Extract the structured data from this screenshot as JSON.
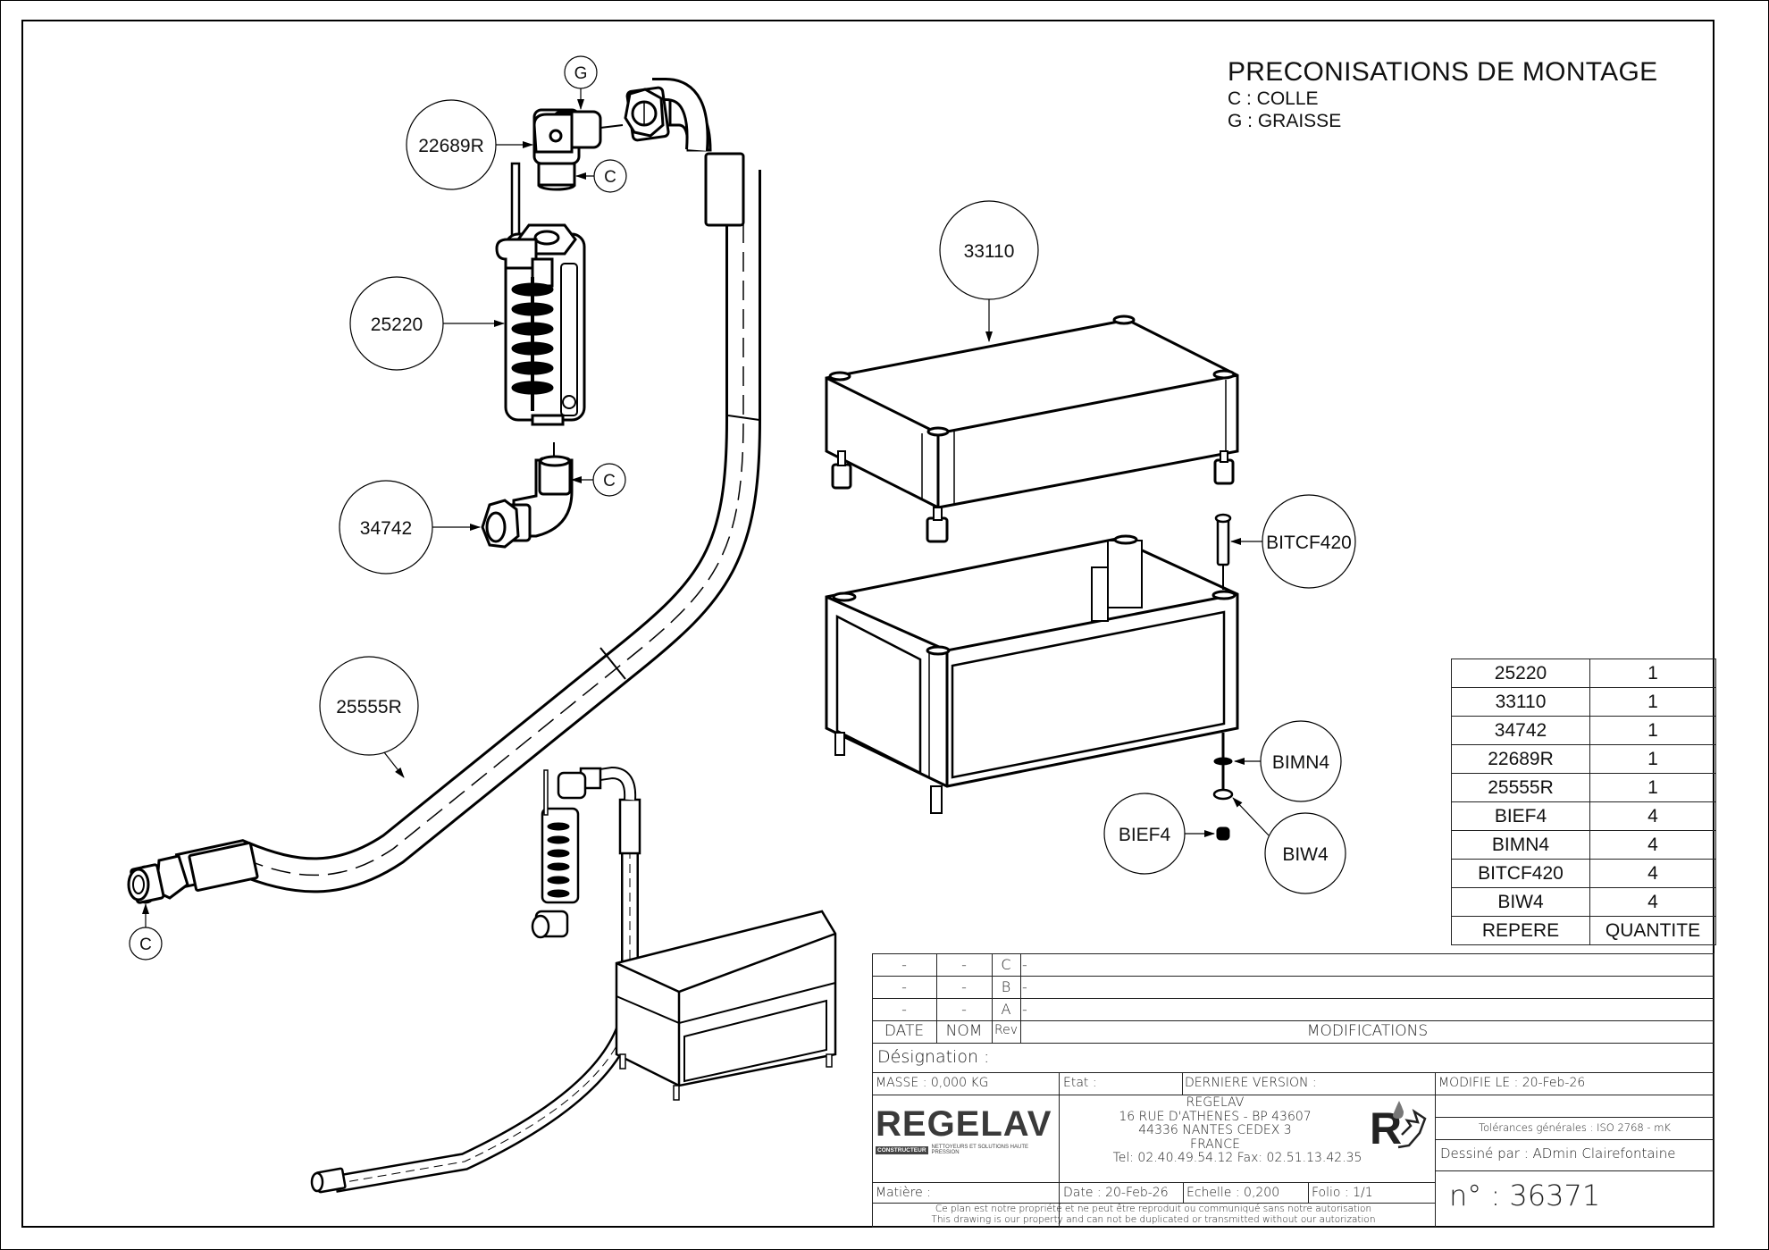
{
  "notes": {
    "title": "PRECONISATIONS DE MONTAGE",
    "lines": [
      "C : COLLE",
      "G : GRAISSE"
    ]
  },
  "callouts": {
    "c22689R": "22689R",
    "c25220": "25220",
    "c34742": "34742",
    "c25555R": "25555R",
    "c33110": "33110",
    "cBITCF420": "BITCF420",
    "cBIMN4": "BIMN4",
    "cBIEF4": "BIEF4",
    "cBIW4": "BIW4",
    "g_top": "G",
    "c_elbow_top": "C",
    "c_elbow_bottom": "C",
    "c_hose_end": "C"
  },
  "bom": {
    "rows": [
      {
        "repere": "25220",
        "quantite": "1"
      },
      {
        "repere": "33110",
        "quantite": "1"
      },
      {
        "repere": "34742",
        "quantite": "1"
      },
      {
        "repere": "22689R",
        "quantite": "1"
      },
      {
        "repere": "25555R",
        "quantite": "1"
      },
      {
        "repere": "BIEF4",
        "quantite": "4"
      },
      {
        "repere": "BIMN4",
        "quantite": "4"
      },
      {
        "repere": "BITCF420",
        "quantite": "4"
      },
      {
        "repere": "BIW4",
        "quantite": "4"
      }
    ],
    "header": {
      "repere": "REPERE",
      "quantite": "QUANTITE"
    }
  },
  "revisions": {
    "rows": [
      {
        "date": "-",
        "nom": "-",
        "rev": "C",
        "mod": "-"
      },
      {
        "date": "-",
        "nom": "-",
        "rev": "B",
        "mod": "-"
      },
      {
        "date": "-",
        "nom": "-",
        "rev": "A",
        "mod": "-"
      }
    ],
    "header": {
      "date": "DATE",
      "nom": "NOM",
      "rev": "Rev",
      "mod": "MODIFICATIONS"
    }
  },
  "titleblock": {
    "designation": "Désignation :",
    "masse": "MASSE : 0,000 KG",
    "etat": "Etat :",
    "derniere_version": "DERNIERE VERSION :",
    "modifie_le": "MODIFIE LE : 20-Feb-26",
    "company_logo": "REGELAV",
    "logo_tag": "CONSTRUCTEUR",
    "logo_sub": "NETTOYEURS ET SOLUTIONS HAUTE PRESSION",
    "address": [
      "REGELAV",
      "16 RUE D'ATHENES - BP 43607",
      "44336 NANTES CEDEX 3",
      "FRANCE",
      "Tel:   02.40.49.54.12   Fax:  02.51.13.42.35"
    ],
    "tolerances": "Tolérances générales : ISO 2768 - mK",
    "dessine_par": "Dessiné par : ADmin Clairefontaine",
    "numero": "n° : 36371",
    "matiere": "Matière :",
    "date": "Date : 20-Feb-26",
    "echelle": "Echelle : 0,200",
    "folio": "Folio : 1/1",
    "disclaimer_fr": "Ce plan est notre propriété et ne peut être reproduit ou communiqué sans notre autorisation",
    "disclaimer_en": "This drawing is our property and can not be duplicated or transmitted without our autorization"
  }
}
